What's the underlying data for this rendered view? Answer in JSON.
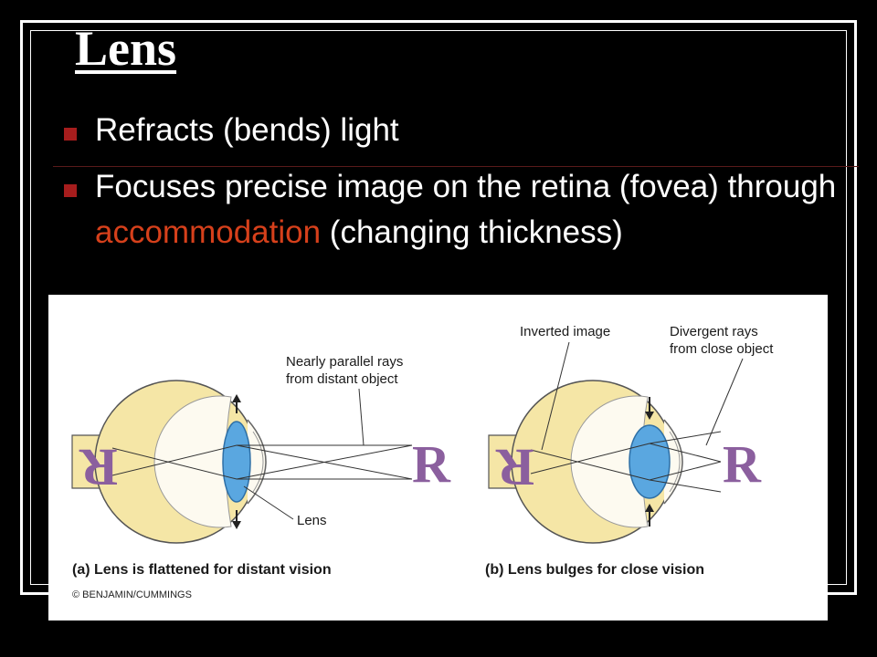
{
  "slide": {
    "title": "Lens",
    "bullets": [
      {
        "text": "Refracts (bends) light"
      },
      {
        "before": "Focuses precise image on the retina (fovea) through ",
        "highlight": "accommodation",
        "after": " (changing thickness)"
      }
    ]
  },
  "figure": {
    "panel_a": {
      "label_rays": [
        "Nearly parallel rays",
        "from distant object"
      ],
      "label_lens": "Lens",
      "letter": "R",
      "caption": "(a) Lens is flattened for distant vision"
    },
    "panel_b": {
      "label_inverted": "Inverted image",
      "label_rays": [
        "Divergent rays",
        "from close object"
      ],
      "letter": "R",
      "caption": "(b) Lens bulges for close vision"
    },
    "credit": "© BENJAMIN/CUMMINGS"
  },
  "colors": {
    "background": "#000000",
    "bullet_marker": "#a61d1d",
    "highlight": "#d6401b",
    "eye_fill": "#f5e6a6",
    "lens_fill": "#5aa7e0",
    "letter": "#8b5f9e"
  }
}
